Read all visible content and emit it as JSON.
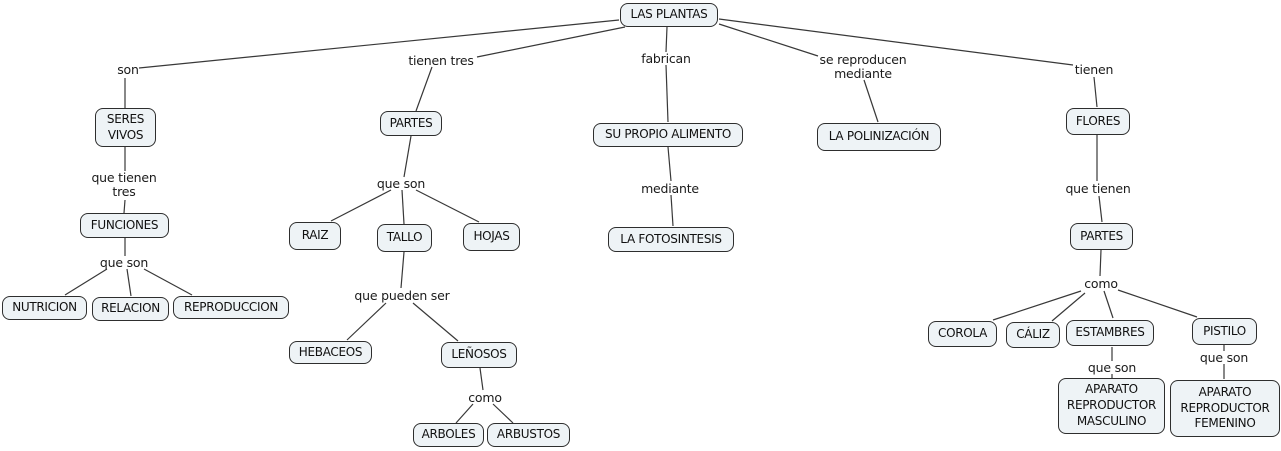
{
  "diagram_title": "LAS PLANTAS",
  "colors": {
    "background": "#ffffff",
    "node_fill": "#eef3f6",
    "node_border": "#2e2e2e",
    "connector_line": "#383838",
    "text": "#111111"
  },
  "nodes": {
    "las_plantas": "LAS PLANTAS",
    "seres_vivos": "SERES\nVIVOS",
    "funciones": "FUNCIONES",
    "nutricion": "NUTRICION",
    "relacion": "RELACION",
    "reproduccion": "REPRODUCCION",
    "partes": "PARTES",
    "raiz": "RAIZ",
    "tallo": "TALLO",
    "hojas": "HOJAS",
    "hebaceos": "HEBACEOS",
    "lenosos": "LEÑOSOS",
    "arboles": "ARBOLES",
    "arbustos": "ARBUSTOS",
    "su_propio_alimento": "SU PROPIO ALIMENTO",
    "la_fotosintesis": "LA FOTOSINTESIS",
    "la_polinizacion": "LA POLINIZACIÓN",
    "flores": "FLORES",
    "partes_flor": "PARTES",
    "corola": "COROLA",
    "caliz": "CÁLIZ",
    "estambres": "ESTAMBRES",
    "pistilo": "PISTILO",
    "aparato_masculino": "APARATO\nREPRODUCTOR\nMASCULINO",
    "aparato_femenino": "APARATO\nREPRODUCTOR\nFEMENINO"
  },
  "edge_labels": {
    "son": "son",
    "que_tienen_tres": "que tienen\ntres",
    "que_son_funciones": "que son",
    "tienen_tres": "tienen tres",
    "que_son_partes": "que son",
    "que_pueden_ser": "que pueden ser",
    "como_lenosos": "como",
    "fabrican": "fabrican",
    "mediante": "mediante",
    "se_reproducen_mediante": "se reproducen\nmediante",
    "tienen": "tienen",
    "que_tienen": "que tienen",
    "como_partes": "como",
    "que_son_estambres": "que son",
    "que_son_pistilo": "que son"
  }
}
